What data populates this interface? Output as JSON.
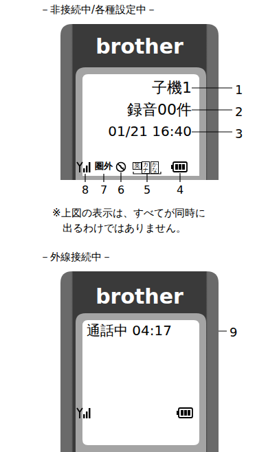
{
  "diagram": {
    "nodes": [
      {
        "text": [
          "brother"
        ]
      },
      {
        "text": [
          "子機1",
          "録音00件",
          "01/21 16:40",
          "圏外",
          "英",
          "カナ",
          "かな"
        ],
        "in": 0
      },
      {
        "text": [
          "brother"
        ]
      },
      {
        "text": [
          "通話中 04:17"
        ],
        "in": 2
      }
    ],
    "labels": [
      "－非接続中/各種設定中－",
      "1",
      "2",
      "3",
      "8",
      "7",
      "6",
      "5",
      "4",
      "※上図の表示は、すべてが同時に出るわけではありません。",
      "－外線接続中－",
      "9"
    ]
  }
}
